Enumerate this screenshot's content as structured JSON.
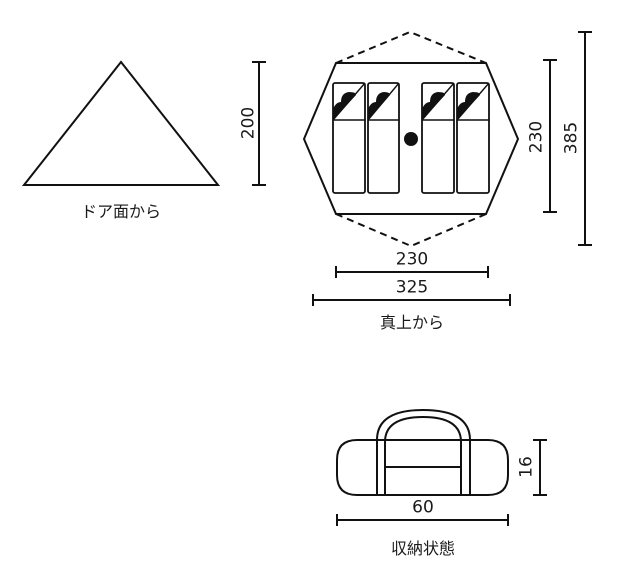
{
  "views": {
    "door": {
      "caption": "ドア面から",
      "height_dim": "200"
    },
    "top": {
      "caption": "真上から",
      "inner_width_dim": "230",
      "outer_width_dim": "325",
      "inner_depth_dim": "230",
      "outer_depth_dim": "385",
      "sleeping_bags": 4
    },
    "packed": {
      "caption": "収納状態",
      "length_dim": "60",
      "height_dim": "16"
    }
  },
  "colors": {
    "line": "#111111",
    "background": "#ffffff"
  }
}
